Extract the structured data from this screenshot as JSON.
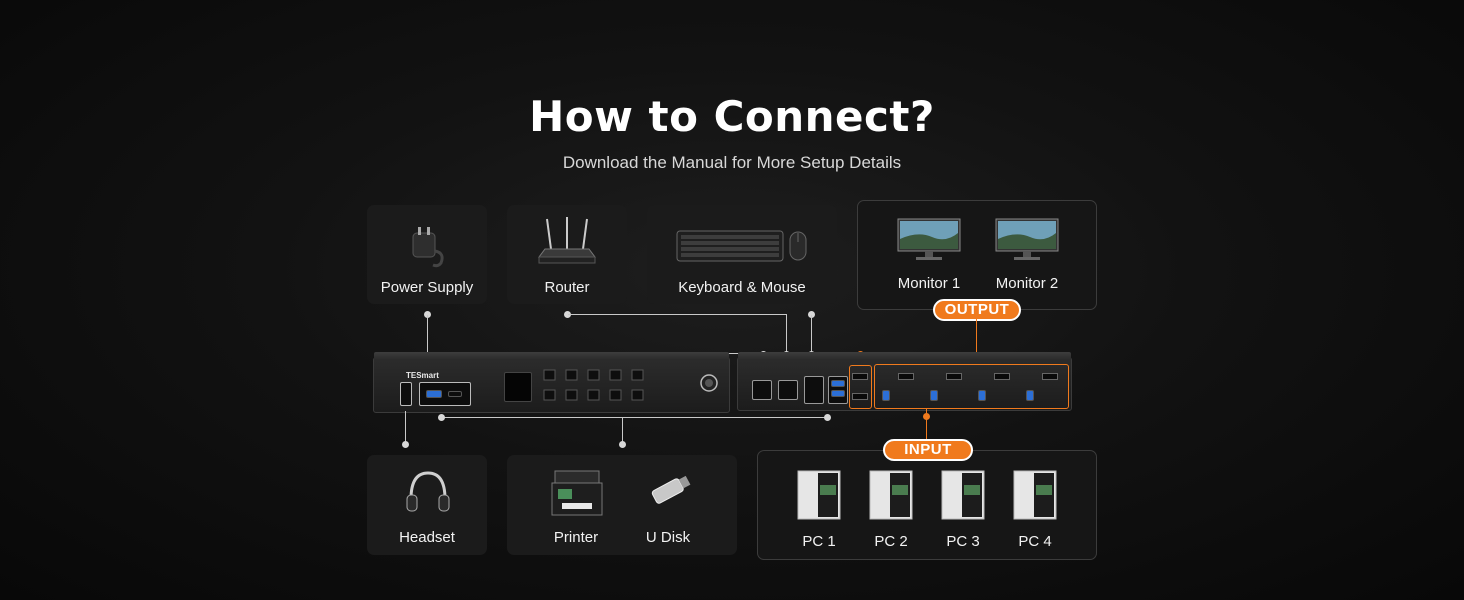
{
  "header": {
    "title": "How to Connect?",
    "subtitle": "Download the Manual for More Setup Details"
  },
  "top_devices": {
    "power_supply": "Power Supply",
    "router": "Router",
    "keyboard_mouse": "Keyboard & Mouse"
  },
  "output": {
    "badge": "OUTPUT",
    "monitors": [
      "Monitor 1",
      "Monitor 2"
    ]
  },
  "bottom_devices": {
    "headset": "Headset",
    "printer": "Printer",
    "u_disk": "U Disk"
  },
  "input": {
    "badge": "INPUT",
    "pcs": [
      "PC 1",
      "PC 2",
      "PC 3",
      "PC 4"
    ]
  },
  "kvm": {
    "brand": "TESmart"
  },
  "colors": {
    "accent": "#f07a1d",
    "card": "#1b1b1b",
    "line": "#c9c9c9"
  }
}
